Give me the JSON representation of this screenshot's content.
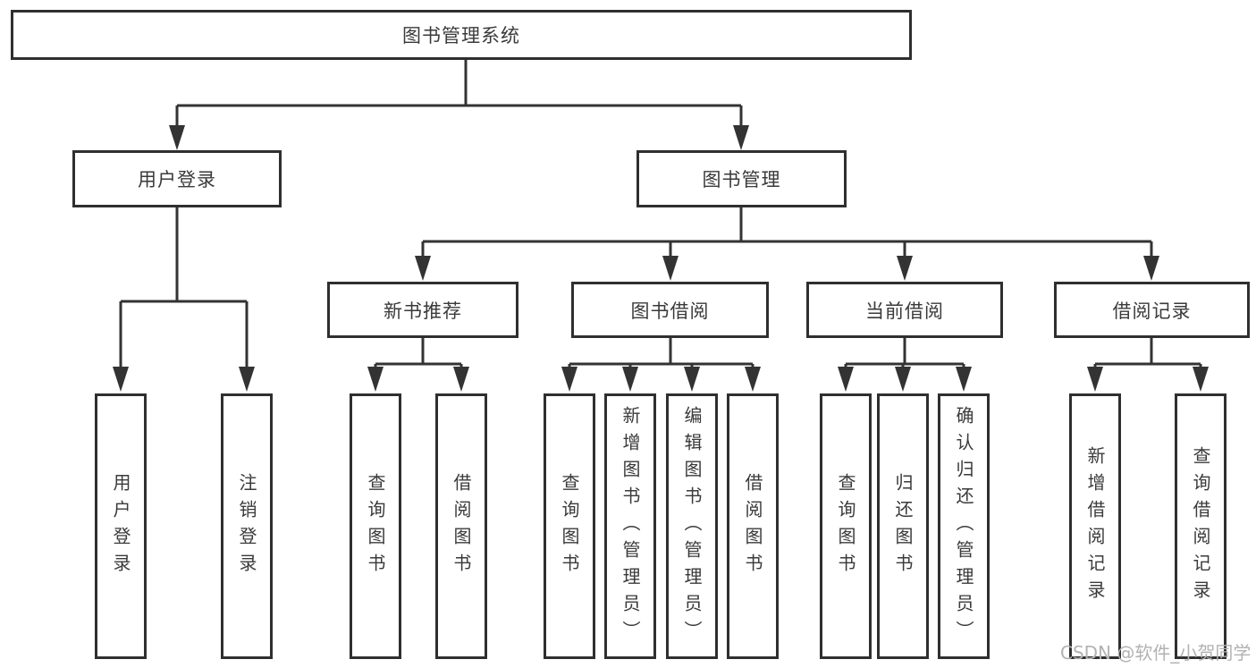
{
  "tree": {
    "label": "图书管理系统",
    "children": [
      {
        "label": "用户登录",
        "children": [
          {
            "label": "用户登录"
          },
          {
            "label": "注销登录"
          }
        ]
      },
      {
        "label": "图书管理",
        "children": [
          {
            "label": "新书推荐",
            "children": [
              {
                "label": "查询图书"
              },
              {
                "label": "借阅图书"
              }
            ]
          },
          {
            "label": "图书借阅",
            "children": [
              {
                "label": "查询图书"
              },
              {
                "label": "新增图书（管理员）"
              },
              {
                "label": "编辑图书（管理员）"
              },
              {
                "label": "借阅图书"
              }
            ]
          },
          {
            "label": "当前借阅",
            "children": [
              {
                "label": "查询图书"
              },
              {
                "label": "归还图书"
              },
              {
                "label": "确认归还（管理员）"
              }
            ]
          },
          {
            "label": "借阅记录",
            "children": [
              {
                "label": "新增借阅记录"
              },
              {
                "label": "查询借阅记录"
              }
            ]
          }
        ]
      }
    ]
  },
  "watermark": {
    "text": "CSDN @软件_小贺同学"
  },
  "colors": {
    "line": "#333333",
    "node_border": "#2f2f2f",
    "text": "#3a3a3a",
    "watermark": "#b2b2b2",
    "background": "#ffffff"
  }
}
